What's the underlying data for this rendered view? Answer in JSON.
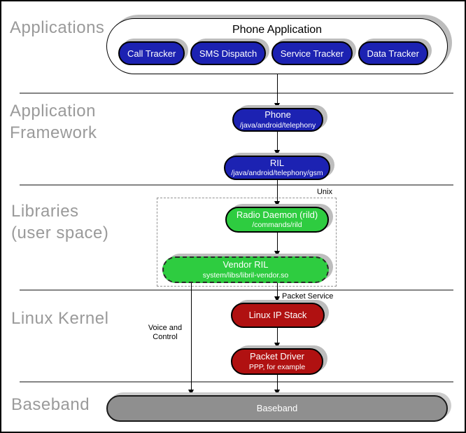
{
  "colors": {
    "pill_blue": "#1c22b2",
    "pill_green": "#2ecc40",
    "pill_red": "#b01111",
    "baseband_gray": "#8f8f8f",
    "shadow_gray": "#bdbdbd",
    "section_label_gray": "#9a9a9a",
    "divider_gray": "#858585"
  },
  "sections": {
    "applications": "Applications",
    "application_framework": "Application\nFramework",
    "libraries": "Libraries\n(user space)",
    "linux_kernel": "Linux Kernel",
    "baseband": "Baseband"
  },
  "apps_container": {
    "title": "Phone Application",
    "pills": [
      {
        "label": "Call Tracker"
      },
      {
        "label": "SMS Dispatch"
      },
      {
        "label": "Service Tracker"
      },
      {
        "label": "Data Tracker"
      }
    ]
  },
  "nodes": {
    "phone": {
      "title": "Phone",
      "subtitle": "/java/android/telephony"
    },
    "ril": {
      "title": "RIL",
      "subtitle": "/java/android/telephony/gsm"
    },
    "radio_daemon": {
      "title": "Radio Daemon (rild)",
      "subtitle": "/commands/rild"
    },
    "vendor_ril": {
      "title": "Vendor RIL",
      "subtitle": "system/libs/libril-vendor.so"
    },
    "linux_ip_stack": {
      "title": "Linux IP Stack"
    },
    "packet_driver": {
      "title": "Packet Driver",
      "subtitle": "PPP, for example"
    },
    "baseband_bar": {
      "title": "Baseband"
    }
  },
  "labels": {
    "unix_box": "Unix",
    "packet_service": "Packet Service",
    "voice_control": "Voice and\nControl"
  }
}
